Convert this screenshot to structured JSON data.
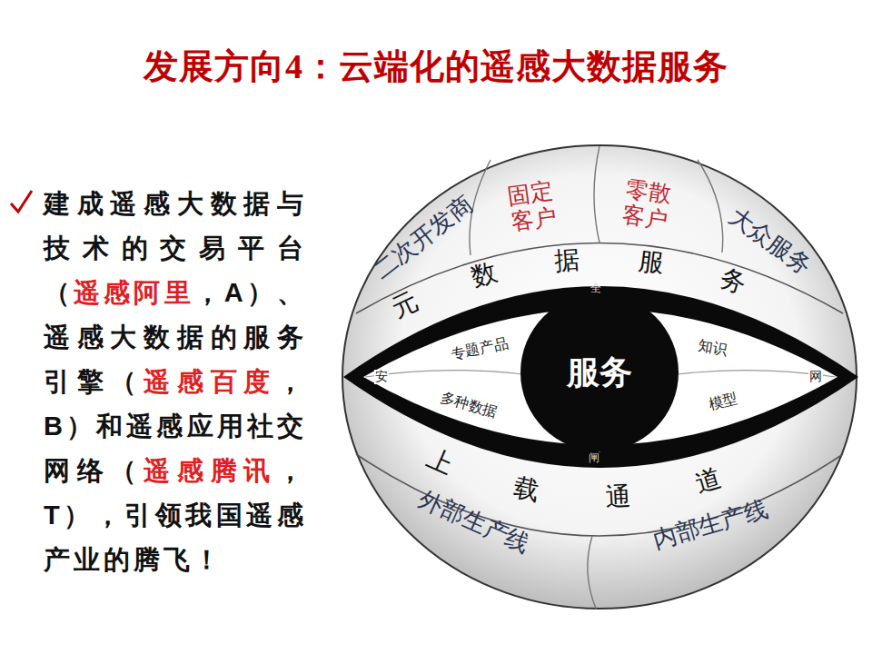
{
  "diagram": {
    "title": "发展方向4：云端化的遥感大数据服务",
    "nodes": [
      {
        "text": [
          "服务"
        ]
      }
    ],
    "labels": [
      "建成遥感大数据与技术的交易平台（",
      "遥感阿里",
      "，A）、遥感大数据的服务引擎（",
      "遥感百度",
      "，B）和遥感应用社交网络（",
      "遥感腾讯",
      "，T），引领我国遥感产业的腾飞！",
      "二次开发商",
      "固定 客户",
      "零散 客户",
      "大众服务",
      "元数据服务",
      "全",
      "安",
      "专题产品",
      "多种数据",
      "知识",
      "模型",
      "网",
      "闸",
      "上载通道",
      "外部生产线",
      "内部生产线"
    ]
  }
}
